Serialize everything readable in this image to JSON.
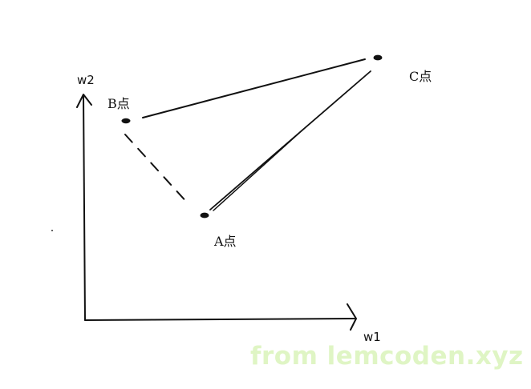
{
  "axes": {
    "x_label": "w1",
    "y_label": "w2"
  },
  "points": {
    "a_label": "A点",
    "b_label": "B点",
    "c_label": "C点"
  },
  "watermark": {
    "text": "from lemcoden.xyz"
  },
  "colors": {
    "ink": "#111111",
    "watermark": "#dff5c4",
    "background": "#ffffff"
  }
}
